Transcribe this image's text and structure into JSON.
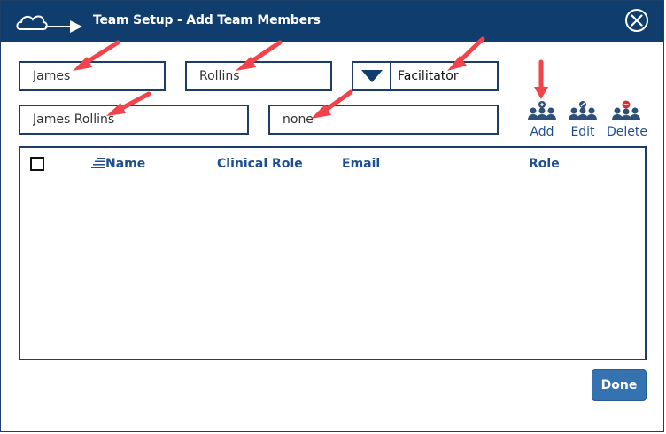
{
  "window": {
    "title": "Team Setup - Add Team Members"
  },
  "form": {
    "first_name": "James",
    "last_name": "Rollins",
    "role_selected": "Facilitator",
    "display_name": "James Rollins",
    "clinical_role": "none"
  },
  "actions": {
    "add": "Add",
    "edit": "Edit",
    "delete": "Delete"
  },
  "table": {
    "columns": [
      "Name",
      "Clinical Role",
      "Email",
      "Role"
    ],
    "rows": []
  },
  "footer": {
    "done": "Done"
  },
  "colors": {
    "titlebar": "#0f3e6e",
    "border": "#1c3d66",
    "header_text": "#1f4f8e",
    "done_button": "#3572b0",
    "annotation_arrow": "#f2434a"
  }
}
